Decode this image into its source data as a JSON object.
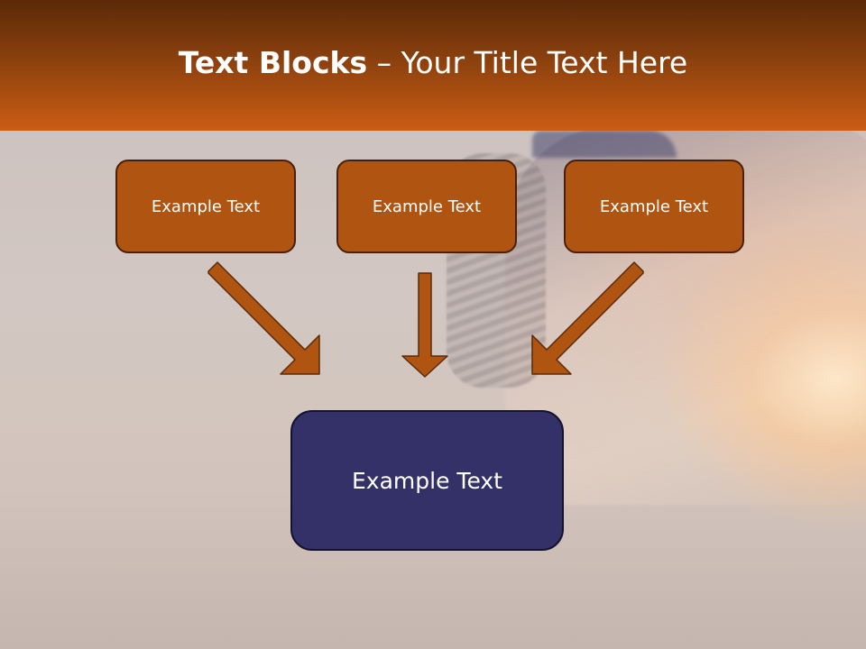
{
  "slide": {
    "title_bold": "Text Blocks",
    "title_rest": " – Your Title Text Here"
  },
  "diagram": {
    "boxes": [
      {
        "label": "Example Text"
      },
      {
        "label": "Example Text"
      },
      {
        "label": "Example Text"
      }
    ],
    "target": {
      "label": "Example Text"
    }
  },
  "colors": {
    "header_dark": "#5a2a08",
    "header_light": "#cc5c14",
    "box_orange": "#b05412",
    "box_navy": "#333168",
    "arrow": "#b05412"
  }
}
